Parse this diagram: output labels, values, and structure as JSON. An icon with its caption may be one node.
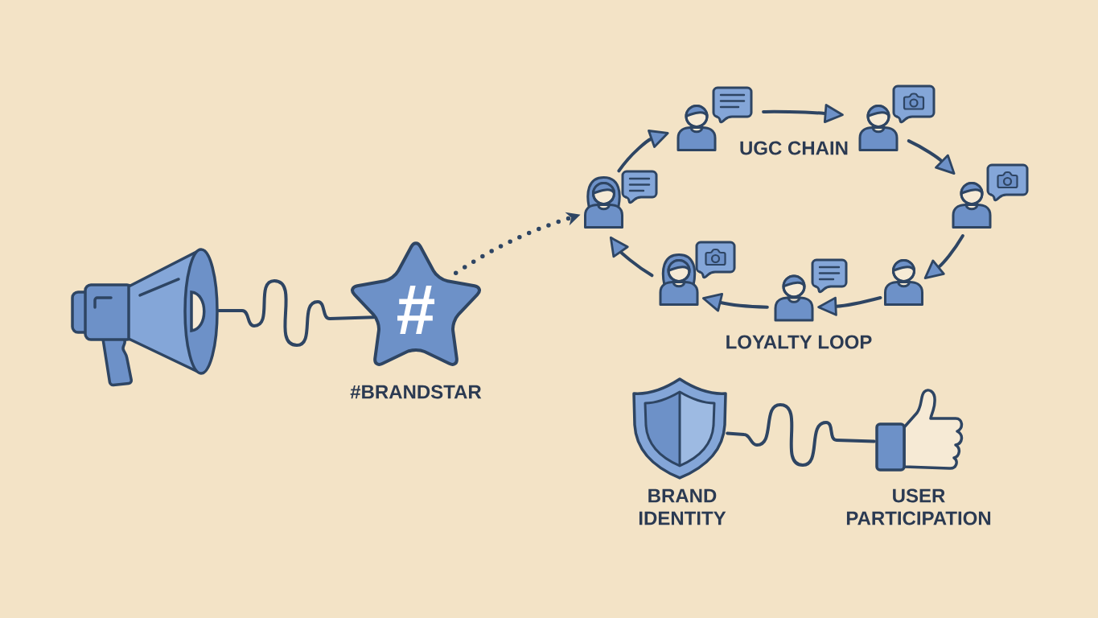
{
  "diagram": {
    "nodes": [
      {
        "text": [],
        "shape": "picture"
      },
      {
        "text": [
          "#"
        ],
        "beside": [
          "#BRANDSTAR"
        ]
      },
      {
        "text": [],
        "shape": "person"
      },
      {
        "text": [],
        "shape": "person"
      },
      {
        "text": [],
        "shape": "person"
      },
      {
        "text": [],
        "shape": "person"
      },
      {
        "text": [],
        "shape": "person"
      },
      {
        "text": [],
        "shape": "person"
      },
      {
        "text": [],
        "shape": "person"
      },
      {
        "text": [],
        "shape": "picture",
        "beside": [
          "BRAND IDENTITY"
        ]
      },
      {
        "text": [],
        "shape": "picture",
        "beside": [
          "USER PARTICIPATION"
        ]
      }
    ],
    "edges": [
      {
        "from": 0,
        "to": 1,
        "arrow": "none"
      },
      {
        "from": 1,
        "to": 2,
        "arrow": "to",
        "style": "dashed"
      },
      {
        "from": 2,
        "to": 3,
        "arrow": "to"
      },
      {
        "from": 3,
        "to": 4,
        "arrow": "to"
      },
      {
        "from": 4,
        "to": 5,
        "arrow": "to"
      },
      {
        "from": 5,
        "to": 6,
        "arrow": "to"
      },
      {
        "from": 6,
        "to": 7,
        "arrow": "to"
      },
      {
        "from": 7,
        "to": 8,
        "arrow": "to"
      },
      {
        "from": 8,
        "to": 2,
        "arrow": "to"
      },
      {
        "from": 9,
        "to": 10,
        "arrow": "none"
      }
    ],
    "labels": [
      "UGC CHAIN",
      "LOYALTY LOOP"
    ]
  }
}
